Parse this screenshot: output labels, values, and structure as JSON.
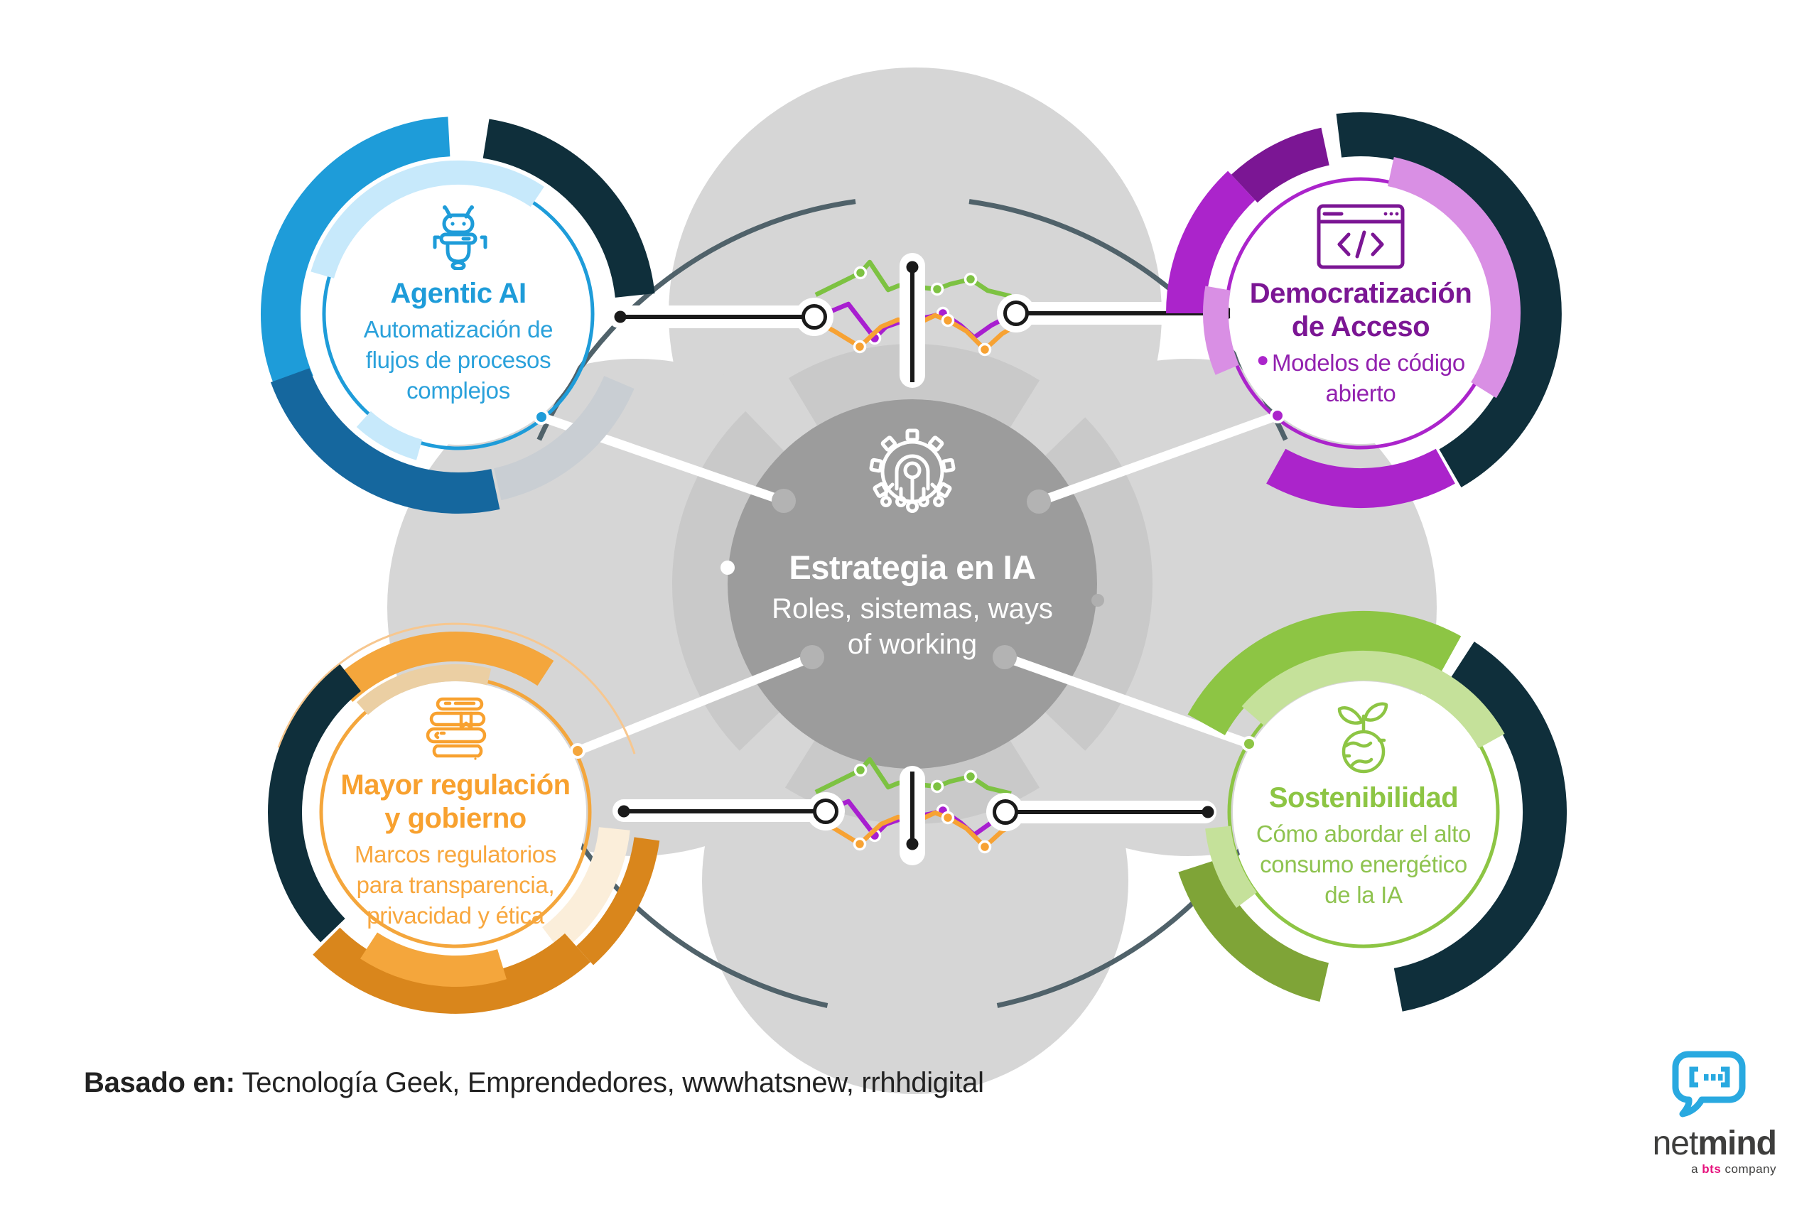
{
  "page": {
    "background": "#FFFFFF"
  },
  "palette": {
    "blob_gray": "#D6D6D6",
    "ring_gray": "#C9C9C9",
    "center_circle_gray": "#9C9C9C",
    "slate_arc": "#50626A",
    "connector_black": "#1A1A1A",
    "center_dot_gray": "#B3B3B3",
    "white": "#FFFFFF"
  },
  "center": {
    "icon": "gear-circuit-icon",
    "title": "Estrategia en IA",
    "subtitle": "Roles, sistemas, ways of working",
    "subtitle_lines": [
      "Roles, sistemas, ways",
      "of working"
    ],
    "circle_color": "#9C9C9C",
    "text_color": "#FFFFFF"
  },
  "topics": [
    {
      "id": "agentic-ai",
      "icon": "robot-icon",
      "title": "Agentic AI",
      "title_lines": [
        "Agentic AI"
      ],
      "description": "Automatización de flujos de procesos complejos",
      "description_lines": [
        "Automatización de",
        "flujos de procesos",
        "complejos"
      ],
      "colors": {
        "primary": "#1E9CD9",
        "dark": "#15679E",
        "deep": "#0F2F3B",
        "light": "#C7E9FB",
        "silver": "#C9CED3",
        "title": "#1E9CD9",
        "body": "#2AA1DB"
      }
    },
    {
      "id": "democratizacion-de-acceso",
      "icon": "code-window-icon",
      "title": "Democratización de Acceso",
      "title_lines": [
        "Democratización",
        "de Acceso"
      ],
      "bullet": "●",
      "description": "Modelos de código abierto",
      "description_lines": [
        "Modelos de código",
        "abierto"
      ],
      "colors": {
        "primary": "#AB24CB",
        "dark": "#7B1694",
        "deep": "#0F2F3B",
        "light": "#D98FE4",
        "title": "#7B1694",
        "body": "#9221AF"
      }
    },
    {
      "id": "mayor-regulacion-y-gobierno",
      "icon": "books-icon",
      "title": "Mayor regulación y gobierno",
      "title_lines": [
        "Mayor regulación",
        "y gobierno"
      ],
      "description": "Marcos regulatorios para transparencia, privacidad y ética",
      "description_lines": [
        "Marcos regulatorios",
        "para transparencia,",
        "privacidad y ética"
      ],
      "colors": {
        "primary": "#F4A63C",
        "dark": "#D9861C",
        "deep": "#0F2F3B",
        "tan": "#EBCFA3",
        "pale": "#FBEEDA",
        "thino": "#F7C78F",
        "title": "#F8A12F",
        "body": "#F8A73E"
      }
    },
    {
      "id": "sostenibilidad",
      "icon": "globe-plant-icon",
      "title": "Sostenibilidad",
      "title_lines": [
        "Sostenibilidad"
      ],
      "description": "Cómo abordar el alto consumo energético de la IA",
      "description_lines": [
        "Cómo abordar el alto",
        "consumo energético",
        "de la IA"
      ],
      "colors": {
        "primary": "#8DC544",
        "dark": "#7FA437",
        "deep": "#0F2F3B",
        "light": "#C5E19A",
        "title": "#8DC544",
        "body": "#8FC350"
      }
    }
  ],
  "sparkline": {
    "colors": {
      "green": "#7DC242",
      "purple": "#A81FD0",
      "orange": "#F7A233"
    },
    "series": [
      {
        "color": "green",
        "points": [
          [
            10,
            53
          ],
          [
            73,
            22
          ],
          [
            86,
            7
          ],
          [
            112,
            46
          ],
          [
            127,
            40
          ],
          [
            152,
            42
          ],
          [
            181,
            45
          ],
          [
            199,
            38
          ],
          [
            228,
            31
          ],
          [
            252,
            47
          ],
          [
            285,
            55
          ]
        ],
        "dots": [
          1,
          6,
          8
        ]
      },
      {
        "color": "purple",
        "points": [
          [
            27,
            78
          ],
          [
            56,
            66
          ],
          [
            93,
            114
          ],
          [
            109,
            98
          ],
          [
            132,
            90
          ],
          [
            170,
            84
          ],
          [
            189,
            79
          ],
          [
            214,
            96
          ],
          [
            233,
            113
          ],
          [
            257,
            96
          ],
          [
            284,
            82
          ]
        ],
        "dots": [
          2,
          6
        ]
      },
      {
        "color": "orange",
        "points": [
          [
            10,
            90
          ],
          [
            36,
            104
          ],
          [
            72,
            126
          ],
          [
            102,
            98
          ],
          [
            126,
            88
          ],
          [
            152,
            94
          ],
          [
            178,
            82
          ],
          [
            196,
            89
          ],
          [
            222,
            104
          ],
          [
            248,
            130
          ],
          [
            272,
            108
          ],
          [
            287,
            99
          ]
        ],
        "dots": [
          2,
          7,
          9
        ]
      }
    ]
  },
  "footer": {
    "label": "Basado en:",
    "sources": "Tecnología Geek, Emprendedores, wwwhatsnew, rrhhdigital"
  },
  "logo": {
    "glyph": "[···]",
    "name_regular": "net",
    "name_bold": "mind",
    "tagline_prefix": "a ",
    "tagline_brand": "bts",
    "tagline_suffix": " company",
    "bubble_color": "#29A9E0",
    "brand_pink": "#E6127D",
    "text_color": "#3E3E3D"
  }
}
